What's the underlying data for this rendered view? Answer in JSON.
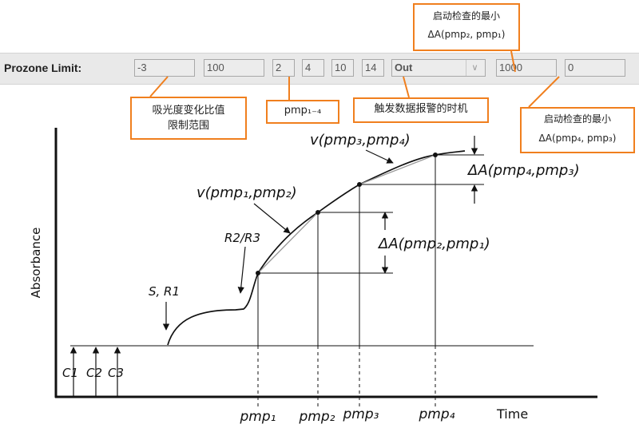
{
  "toolbar": {
    "label": "Prozone Limit:",
    "fields": [
      "-3",
      "100",
      "2",
      "4",
      "10",
      "14"
    ],
    "select_value": "Out",
    "field_delta1": "1000",
    "field_delta2": "0"
  },
  "callouts": {
    "top_line1": "启动检查的最小",
    "top_line2": "ΔA(pmp₂, pmp₁)",
    "ratio_line1": "吸光度变化比值",
    "ratio_line2": "限制范围",
    "pmp": "pmp₁₋₄",
    "trigger": "触发数据报警的时机",
    "right_line1": "启动检查的最小",
    "right_line2": "ΔA(pmp₄, pmp₃)"
  },
  "diagram": {
    "y_axis_label": "Absorbance",
    "x_axis_label": "Time",
    "labels": {
      "v12": "v(pmp₁,pmp₂)",
      "v34": "v(pmp₃,pmp₄)",
      "dA43": "ΔA(pmp₄,pmp₃)",
      "dA21": "ΔA(pmp₂,pmp₁)",
      "r2r3": "R2/R3",
      "sr1": "S, R1",
      "c1": "C1",
      "c2": "C2",
      "c3": "C3",
      "pmp1": "pmp₁",
      "pmp2": "pmp₂",
      "pmp3": "pmp₃",
      "pmp4": "pmp₄"
    }
  }
}
